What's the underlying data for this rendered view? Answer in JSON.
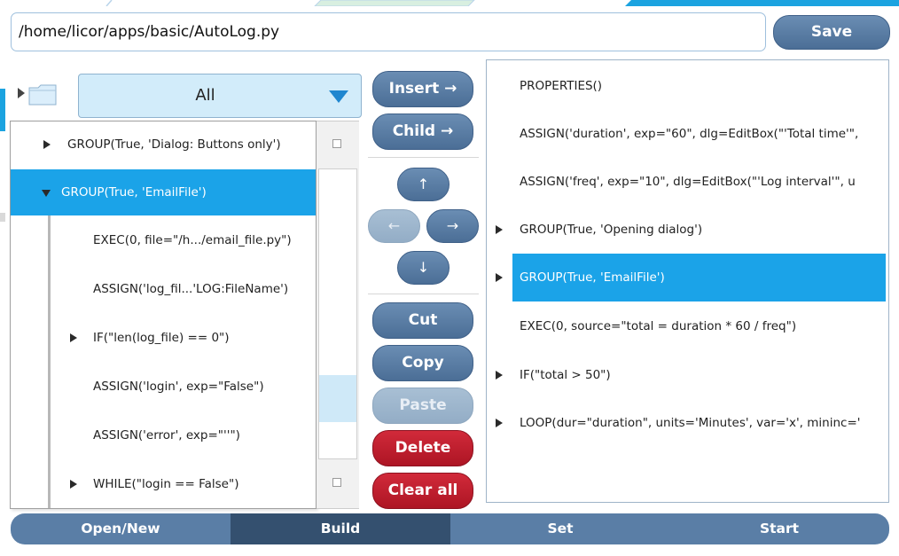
{
  "file_path": "/home/licor/apps/basic/AutoLog.py",
  "save_label": "Save",
  "filter": {
    "selected": "All"
  },
  "left_list": [
    {
      "label": "GROUP(True, 'Dialog: Buttons only')",
      "expander": "collapsed",
      "selected": false
    },
    {
      "label": "GROUP(True, 'EmailFile')",
      "expander": "expanded",
      "selected": true
    },
    {
      "label": "EXEC(0, file=\"/h.../email_file.py\")",
      "expander": "none",
      "selected": false
    },
    {
      "label": "ASSIGN('log_fil...'LOG:FileName')",
      "expander": "none",
      "selected": false
    },
    {
      "label": "IF(\"len(log_file) == 0\")",
      "expander": "collapsed",
      "selected": false
    },
    {
      "label": "ASSIGN('login', exp=\"False\")",
      "expander": "none",
      "selected": false
    },
    {
      "label": "ASSIGN('error', exp=\"''\")",
      "expander": "none",
      "selected": false
    },
    {
      "label": "WHILE(\"login == False\")",
      "expander": "collapsed",
      "selected": false
    }
  ],
  "buttons": {
    "insert": "Insert →",
    "child": "Child →",
    "up": "↑",
    "left": "←",
    "right": "→",
    "down": "↓",
    "cut": "Cut",
    "copy": "Copy",
    "paste": "Paste",
    "delete": "Delete",
    "clear_all": "Clear all"
  },
  "right_list": [
    {
      "label": "PROPERTIES()",
      "expander": "none",
      "selected": false
    },
    {
      "label": "ASSIGN('duration', exp=\"60\", dlg=EditBox(\"'Total time'\",",
      "expander": "none",
      "selected": false
    },
    {
      "label": "ASSIGN('freq', exp=\"10\", dlg=EditBox(\"'Log interval'\", u",
      "expander": "none",
      "selected": false
    },
    {
      "label": "GROUP(True, 'Opening dialog')",
      "expander": "collapsed",
      "selected": false
    },
    {
      "label": "GROUP(True, 'EmailFile')",
      "expander": "collapsed",
      "selected": true
    },
    {
      "label": "EXEC(0, source=\"total = duration * 60 / freq\")",
      "expander": "none",
      "selected": false
    },
    {
      "label": "IF(\"total > 50\")",
      "expander": "collapsed",
      "selected": false
    },
    {
      "label": "LOOP(dur=\"duration\", units='Minutes', var='x', mininc='",
      "expander": "collapsed",
      "selected": false
    }
  ],
  "tabs": [
    {
      "label": "Open/New",
      "active": false
    },
    {
      "label": "Build",
      "active": true
    },
    {
      "label": "Set",
      "active": false
    },
    {
      "label": "Start",
      "active": false
    }
  ],
  "colors": {
    "accent": "#1ba3e8",
    "button": "#5479a2",
    "delete": "#c0202f",
    "tab_active": "#34506f"
  }
}
